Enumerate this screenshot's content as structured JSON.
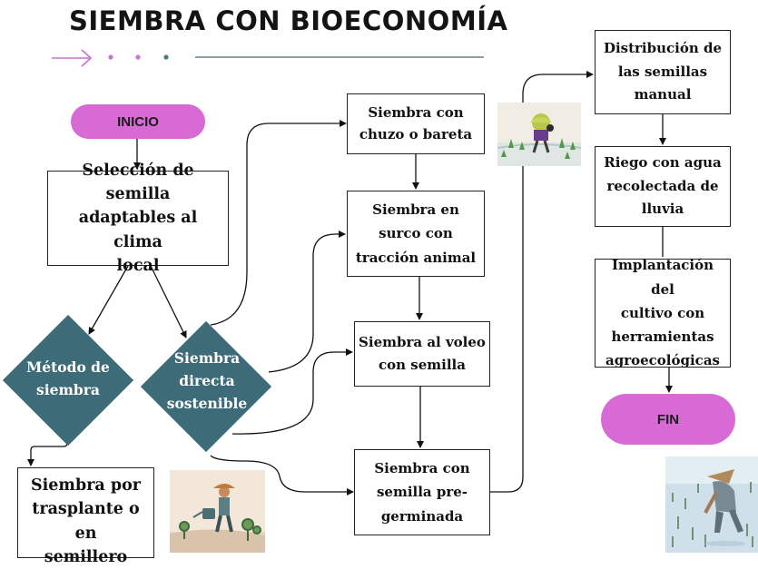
{
  "title": "SIEMBRA CON BIOECONOMÍA",
  "colors": {
    "accent": "#d86ad6",
    "diamond": "#3d6b78",
    "divider_arrow": "#cf6fd4"
  },
  "nodes": {
    "inicio": "INICIO",
    "seleccion": [
      "Selección de semilla",
      "adaptables al clima",
      "local"
    ],
    "metodo": [
      "Método de",
      "siembra"
    ],
    "directa": [
      "Siembra",
      "directa",
      "sostenible"
    ],
    "trasplante": [
      "Siembra por",
      "trasplante o en",
      "semillero"
    ],
    "chuzo": [
      "Siembra con",
      "chuzo o bareta"
    ],
    "surco": [
      "Siembra en",
      "surco con",
      "tracción animal"
    ],
    "voleo": [
      "Siembra al voleo",
      "con semilla"
    ],
    "pregerminada": [
      "Siembra con",
      "semilla pre-",
      "germinada"
    ],
    "distribucion": [
      "Distribución de",
      "las semillas",
      "manual"
    ],
    "riego": [
      "Riego con agua",
      "recolectada de",
      "lluvia"
    ],
    "implantacion": [
      "Implantación del",
      "cultivo con",
      "herramientas",
      "agroecológicas"
    ],
    "fin": "FIN"
  },
  "icons": [
    "title-arrow-icon",
    "farmer-planting-icon",
    "farmer-watering-icon",
    "rice-paddy-worker-icon"
  ]
}
